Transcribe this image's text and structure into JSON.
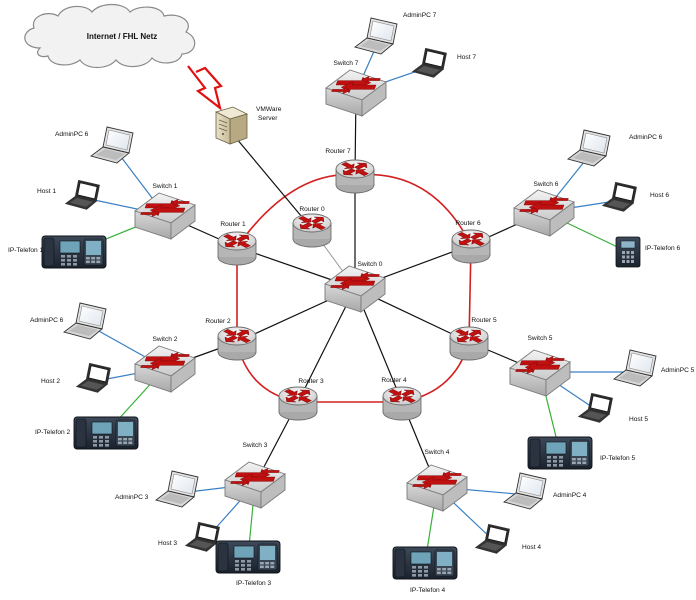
{
  "cloud": {
    "label": "Internet / FHL Netz"
  },
  "server": {
    "label_line1": "VMWare",
    "label_line2": "Server"
  },
  "routers": [
    {
      "id": "r0",
      "label": "Router 0"
    },
    {
      "id": "r1",
      "label": "Router 1"
    },
    {
      "id": "r2",
      "label": "Router 2"
    },
    {
      "id": "r3",
      "label": "Router 3"
    },
    {
      "id": "r4",
      "label": "Router 4"
    },
    {
      "id": "r5",
      "label": "Router 5"
    },
    {
      "id": "r6",
      "label": "Router 6"
    },
    {
      "id": "r7",
      "label": "Router 7"
    }
  ],
  "switches": [
    {
      "id": "s0",
      "label": "Switch 0"
    },
    {
      "id": "s1",
      "label": "Switch 1"
    },
    {
      "id": "s2",
      "label": "Switch 2"
    },
    {
      "id": "s3",
      "label": "Switch 3"
    },
    {
      "id": "s4",
      "label": "Switch 4"
    },
    {
      "id": "s5",
      "label": "Switch 5"
    },
    {
      "id": "s6",
      "label": "Switch 6"
    },
    {
      "id": "s7",
      "label": "Switch 7"
    }
  ],
  "laptops": [
    {
      "id": "a1",
      "label": "AdminPC 6",
      "kind": "admin"
    },
    {
      "id": "h1",
      "label": "Host 1",
      "kind": "host"
    },
    {
      "id": "a2",
      "label": "AdminPC 6",
      "kind": "admin"
    },
    {
      "id": "h2",
      "label": "Host 2",
      "kind": "host"
    },
    {
      "id": "a3",
      "label": "AdminPC 3",
      "kind": "admin"
    },
    {
      "id": "h3",
      "label": "Host 3",
      "kind": "host"
    },
    {
      "id": "a4",
      "label": "AdminPC 4",
      "kind": "admin"
    },
    {
      "id": "h4",
      "label": "Host 4",
      "kind": "host"
    },
    {
      "id": "a5",
      "label": "AdminPC 5",
      "kind": "admin"
    },
    {
      "id": "h5",
      "label": "Host 5",
      "kind": "host"
    },
    {
      "id": "a6",
      "label": "AdminPC 6",
      "kind": "admin"
    },
    {
      "id": "h6",
      "label": "Host 6",
      "kind": "host"
    },
    {
      "id": "a7",
      "label": "AdminPC 7",
      "kind": "admin"
    },
    {
      "id": "h7",
      "label": "Host 7",
      "kind": "host"
    }
  ],
  "phones": [
    {
      "id": "p1",
      "label": "IP-Telefon 1"
    },
    {
      "id": "p2",
      "label": "IP-Telefon 2"
    },
    {
      "id": "p3",
      "label": "IP-Telefon 3"
    },
    {
      "id": "p4",
      "label": "IP-Telefon 4"
    },
    {
      "id": "p5",
      "label": "IP-Telefon 5"
    },
    {
      "id": "p6",
      "label": "IP-Telefon 6"
    }
  ],
  "links": [
    {
      "from": "r1",
      "to": "r7",
      "style": "red-curve"
    },
    {
      "from": "r7",
      "to": "r6",
      "style": "red-curve"
    },
    {
      "from": "r1",
      "to": "r2",
      "style": "red"
    },
    {
      "from": "r6",
      "to": "r5",
      "style": "red"
    },
    {
      "from": "r2",
      "to": "r3",
      "style": "red-curve"
    },
    {
      "from": "r3",
      "to": "r4",
      "style": "red"
    },
    {
      "from": "r4",
      "to": "r5",
      "style": "red-curve"
    },
    {
      "from": "s0",
      "to": "r1",
      "style": "black"
    },
    {
      "from": "s0",
      "to": "r2",
      "style": "black"
    },
    {
      "from": "s0",
      "to": "r3",
      "style": "black"
    },
    {
      "from": "s0",
      "to": "r4",
      "style": "black"
    },
    {
      "from": "s0",
      "to": "r5",
      "style": "black"
    },
    {
      "from": "s0",
      "to": "r6",
      "style": "black"
    },
    {
      "from": "s0",
      "to": "r7",
      "style": "black"
    },
    {
      "from": "s0",
      "to": "r0",
      "style": "gray"
    },
    {
      "from": "r0",
      "to": "server",
      "style": "black"
    },
    {
      "from": "cloud",
      "to": "server",
      "style": "bolt"
    },
    {
      "from": "r1",
      "to": "s1",
      "style": "black"
    },
    {
      "from": "r2",
      "to": "s2",
      "style": "black"
    },
    {
      "from": "r3",
      "to": "s3",
      "style": "black"
    },
    {
      "from": "r4",
      "to": "s4",
      "style": "black"
    },
    {
      "from": "r5",
      "to": "s5",
      "style": "black"
    },
    {
      "from": "r6",
      "to": "s6",
      "style": "black"
    },
    {
      "from": "r7",
      "to": "s7",
      "style": "black"
    },
    {
      "from": "s1",
      "to": "a1",
      "style": "blue"
    },
    {
      "from": "s1",
      "to": "h1",
      "style": "blue"
    },
    {
      "from": "s1",
      "to": "p1",
      "style": "green"
    },
    {
      "from": "s2",
      "to": "a2",
      "style": "blue"
    },
    {
      "from": "s2",
      "to": "h2",
      "style": "blue"
    },
    {
      "from": "s2",
      "to": "p2",
      "style": "green"
    },
    {
      "from": "s3",
      "to": "a3",
      "style": "blue"
    },
    {
      "from": "s3",
      "to": "h3",
      "style": "blue"
    },
    {
      "from": "s3",
      "to": "p3",
      "style": "green"
    },
    {
      "from": "s4",
      "to": "a4",
      "style": "blue"
    },
    {
      "from": "s4",
      "to": "h4",
      "style": "blue"
    },
    {
      "from": "s4",
      "to": "p4",
      "style": "green"
    },
    {
      "from": "s5",
      "to": "a5",
      "style": "blue"
    },
    {
      "from": "s5",
      "to": "h5",
      "style": "blue"
    },
    {
      "from": "s5",
      "to": "p5",
      "style": "green"
    },
    {
      "from": "s6",
      "to": "a6",
      "style": "blue"
    },
    {
      "from": "s6",
      "to": "h6",
      "style": "blue"
    },
    {
      "from": "s6",
      "to": "p6",
      "style": "green"
    },
    {
      "from": "s7",
      "to": "a7",
      "style": "blue"
    },
    {
      "from": "s7",
      "to": "h7",
      "style": "blue"
    }
  ],
  "colors": {
    "ring": "#d42020",
    "uplink": "#111111",
    "server_link": "#999999",
    "pc_link": "#3a7fc4",
    "phone_link": "#38b038",
    "bolt": "#e01010",
    "arrow": "#c01010"
  }
}
